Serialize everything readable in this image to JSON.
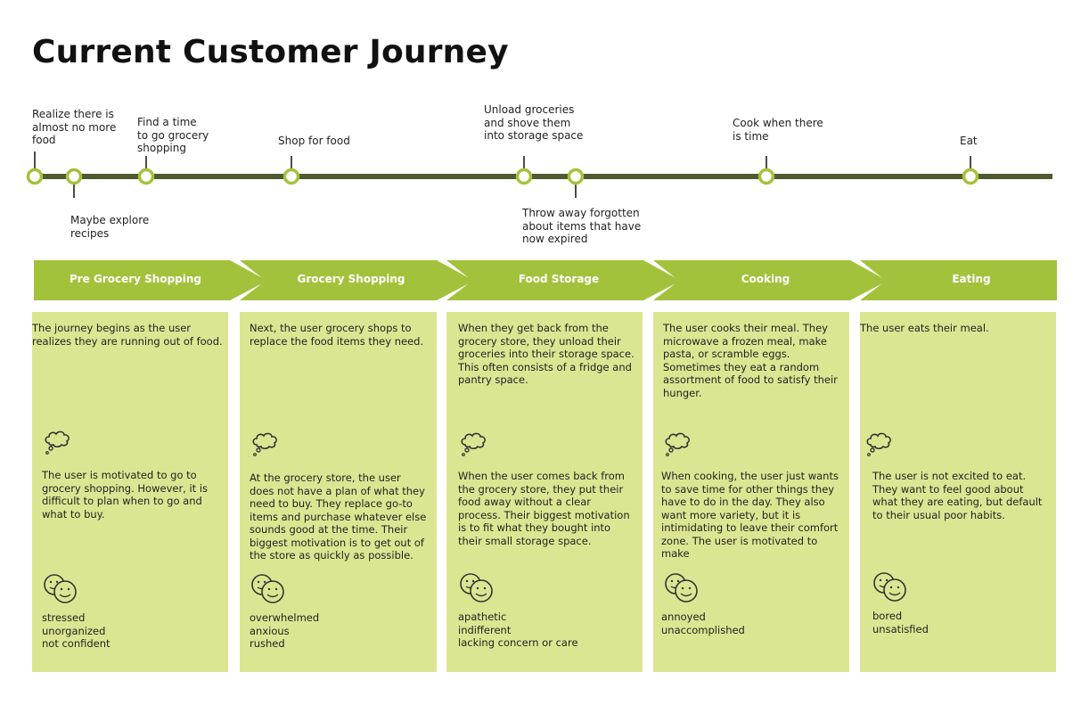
{
  "title": "Current Customer Journey",
  "colors": {
    "accent": "#a3c23b",
    "line": "#4f5a2f",
    "card": "#dce692",
    "text": "#222222"
  },
  "timeline": {
    "above": [
      {
        "text": "Realize there is\nalmost no more\nfood"
      },
      {
        "text": "Find a time\nto go grocery\nshopping"
      },
      {
        "text": "Shop for food"
      },
      {
        "text": "Unload groceries\nand shove them\ninto storage space"
      },
      {
        "text": "Cook when there\nis time"
      },
      {
        "text": "Eat"
      }
    ],
    "below": [
      {
        "text": "Maybe explore\nrecipes"
      },
      {
        "text": "Throw away forgotten\nabout items that have\nnow expired"
      }
    ]
  },
  "phases": [
    {
      "name": "Pre Grocery Shopping",
      "description": "The journey begins as the user realizes they are running out of food.",
      "thought_icon": "thought-bubble-icon",
      "thoughts": "The user is motivated to go to grocery shopping. However, it is difficult to plan when to go and what to buy.",
      "feelings_icon": "faces-icon",
      "feelings": "stressed\nunorganized\nnot confident"
    },
    {
      "name": "Grocery Shopping",
      "description": "Next, the user grocery shops to replace the food items they need.",
      "thought_icon": "thought-bubble-icon",
      "thoughts": "At the grocery store, the user does not have a plan of what they need to buy. They replace go-to items and purchase whatever else sounds good at the time. Their biggest motivation is to get out of the store as quickly as possible.",
      "feelings_icon": "faces-icon",
      "feelings": "overwhelmed\nanxious\nrushed"
    },
    {
      "name": "Food Storage",
      "description": "When they get back from the grocery store, they unload their groceries into their storage space. This often consists of a fridge and pantry space.",
      "thought_icon": "thought-bubble-icon",
      "thoughts": "When the user comes back from the grocery store, they put their food away without a clear process. Their biggest motivation is to fit what they bought into their small storage space.",
      "feelings_icon": "faces-icon",
      "feelings": "apathetic\nindifferent\nlacking concern or care"
    },
    {
      "name": "Cooking",
      "description": "The user cooks their meal. They microwave a frozen meal, make pasta, or scramble eggs. Sometimes they eat a random assortment of food to satisfy their hunger.",
      "thought_icon": "thought-bubble-icon",
      "thoughts": "When cooking, the user just wants to save time for other things they have to do in the day. They also want more variety, but it is intimidating to leave their comfort zone. The user is motivated to make",
      "feelings_icon": "faces-icon",
      "feelings": "annoyed\nunaccomplished"
    },
    {
      "name": "Eating",
      "description": "The user eats their meal.",
      "thought_icon": "thought-bubble-icon",
      "thoughts": "The user is not excited to eat. They want to feel good about what they are eating, but default to their usual poor habits.",
      "feelings_icon": "faces-icon",
      "feelings": "bored\nunsatisfied"
    }
  ]
}
